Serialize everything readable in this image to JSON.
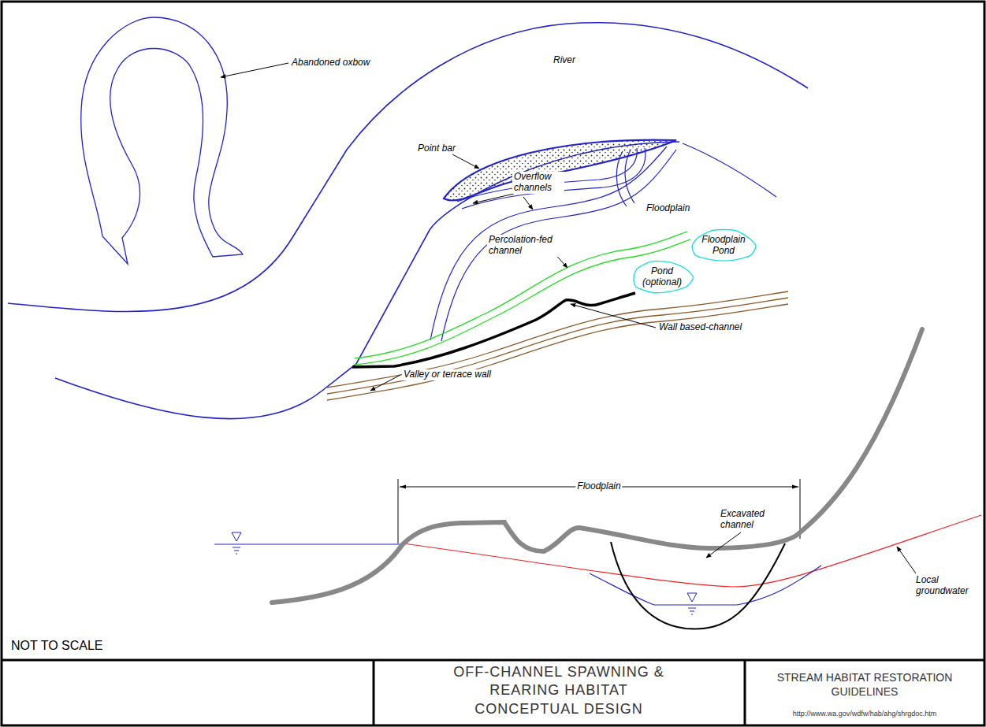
{
  "diagram": {
    "title": "OFF-CHANNEL SPAWNING & REARING HABITAT CONCEPTUAL DESIGN",
    "nodes": [
      {
        "text": [
          "Floodplain Pond"
        ]
      },
      {
        "text": [
          "Pond (optional)"
        ]
      }
    ],
    "labels": [
      "Abandoned oxbow",
      "River",
      "Point bar",
      "Overflow channels",
      "Floodplain",
      "Percolation-fed channel",
      "Wall based-channel",
      "Valley or terrace wall",
      "Floodplain",
      "Excavated channel",
      "Local groundwater",
      "NOT TO SCALE",
      "STREAM HABITAT RESTORATION GUIDELINES",
      "http://www.wa.gov/wdfw/hab/ahg/shrgdoc.htm"
    ]
  }
}
